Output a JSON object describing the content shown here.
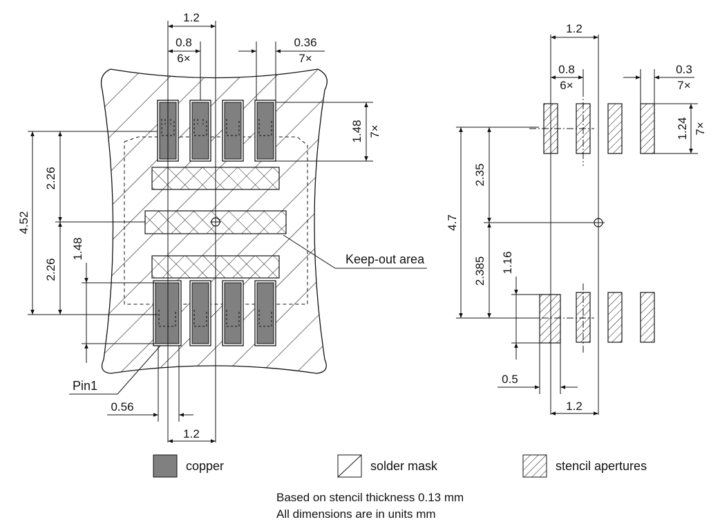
{
  "footprint": {
    "dim_top_pitch": "1.2",
    "dim_pad_width": "0.8",
    "dim_pad_width_count": "6×",
    "dim_gap": "0.36",
    "dim_gap_count": "7×",
    "dim_pad_height": "1.48",
    "dim_pad_height_count": "7×",
    "dim_total_height": "4.52",
    "dim_upper_half": "2.26",
    "dim_lower_half": "2.26",
    "dim_lower_pad_height": "1.48",
    "dim_pin_width": "0.56",
    "dim_bottom_pitch": "1.2",
    "label_keepout": "Keep-out area",
    "label_pin1": "Pin1"
  },
  "stencil": {
    "dim_top_pitch": "1.2",
    "dim_aperture_width": "0.8",
    "dim_aperture_width_count": "6×",
    "dim_gap": "0.3",
    "dim_gap_count": "7×",
    "dim_aperture_height": "1.24",
    "dim_aperture_height_count": "7×",
    "dim_total_height": "4.7",
    "dim_upper": "2.35",
    "dim_lower": "2.385",
    "dim_lower_aperture_height": "1.16",
    "dim_pin_width": "0.5",
    "dim_bottom_pitch": "1.2"
  },
  "legend": {
    "copper": "copper",
    "solder_mask": "solder mask",
    "stencil": "stencil apertures"
  },
  "notes": {
    "line1": "Based on stencil thickness 0.13 mm",
    "line2": "All dimensions are in units mm"
  },
  "colors": {
    "copper": "#808080",
    "line": "#111111"
  }
}
